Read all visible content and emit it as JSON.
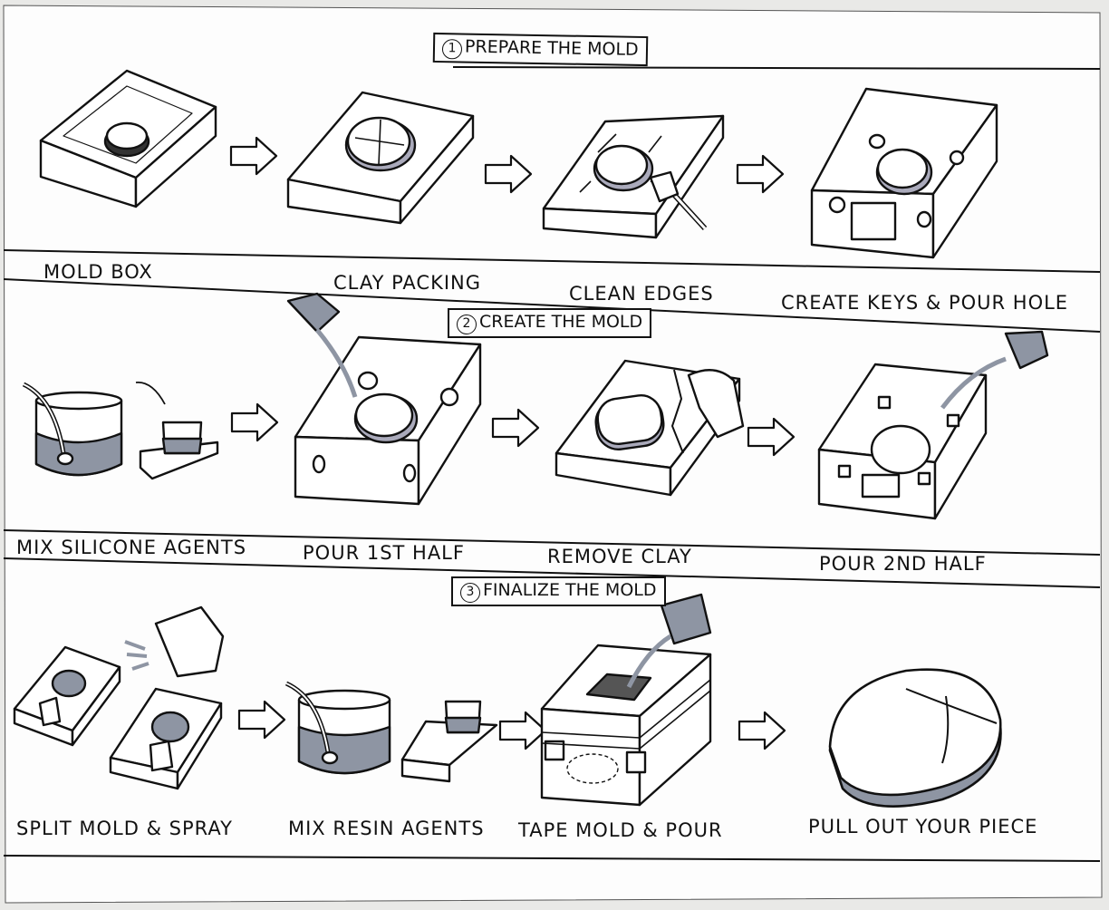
{
  "sections": [
    {
      "number": "1",
      "title": "PREPARE THE MOLD",
      "steps": [
        "MOLD BOX",
        "CLAY PACKING",
        "CLEAN EDGES",
        "CREATE KEYS & POUR HOLE"
      ]
    },
    {
      "number": "2",
      "title": "CREATE THE MOLD",
      "steps": [
        "MIX SILICONE AGENTS",
        "POUR 1ST HALF",
        "REMOVE CLAY",
        "POUR 2ND HALF"
      ]
    },
    {
      "number": "3",
      "title": "FINALIZE THE MOLD",
      "steps": [
        "SPLIT MOLD & SPRAY",
        "MIX RESIN AGENTS",
        "TAPE MOLD & POUR",
        "PULL OUT YOUR PIECE"
      ]
    }
  ],
  "colors": {
    "paper": "#fdfdfd",
    "ink": "#111111",
    "shade": "#9aa0ad",
    "background": "#e9e9e7"
  }
}
